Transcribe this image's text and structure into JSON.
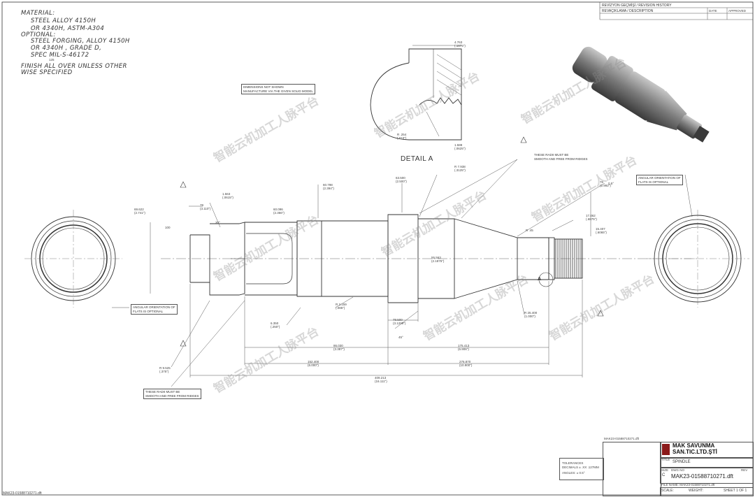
{
  "material_notes": {
    "lines": [
      "MATERIAL:",
      "STEEL ALLOY 4150H",
      "OR 4340H, ASTM-A304",
      "OPTIONAL:",
      "STEEL FORGING, ALLOY 4150H",
      "OR 4340H , GRADE D,",
      "SPEC MIL-S-46172",
      "FINISH ALL OVER UNLESS OTHER",
      "WISE SPECIFIED"
    ],
    "finish_symbol": "125"
  },
  "revision_block": {
    "title": "REVİZYON GEÇMİŞİ / REVISION HISTORY",
    "header_description": "REVAÇIKLAMA / DESCRIPTION",
    "header_date": "DATE",
    "header_approved": "APPROVED"
  },
  "notes": {
    "dimensions_not_shown": "DIMENSIONS NOT SHOWN\nMANUFACTURE VIA THE GIVEN SOLID MODEL",
    "radii_smooth_top": "THESE RADII MUST BE\nSMOOTH AND FREE FROM RIDGES",
    "radii_smooth_bottom": "THESE RADII MUST BE\nSMOOTH AND FREE FROM RIDGES",
    "flats_left": "ANGULAR ORIENTATION OF\nFLATS IS OPTIONAL",
    "flats_right": "ANGULAR ORIENTATION OF\nFLATS IS OPTIONAL"
  },
  "detail_label": "DETAIL A",
  "detail_callout": "A",
  "dimensions": {
    "d_rad_top": "4.763\n(.1875\")",
    "d_r_detail": "R .254\n(.010\")",
    "d_r_detail2": "1.588\n(.0625\")",
    "d_left_dia": "69.622\n(2.741\")",
    "d_79": "79\n(3.110\")",
    "d_face_a": "1.563\n(.0615\")",
    "d_main1": "60.096\n(2.366\")",
    "d_main2": "60.798\n(2.394\")",
    "d_shoulder": "63.500\n(2.500\")",
    "d_r_top": "R 7.938\n(.3125\")",
    "d_mid_dia": "55.563\n(2.1875\")",
    "d_right_dia": "76\n(2.992\")",
    "d_right_thread": "17.462\n(.6875\")",
    "d_right_small": "15.407\n(.6065\")",
    "d_r_bottom_right": "R 25.400\n(1.000\")",
    "d_r_left_bottom": "R 2.159\n(.085\")",
    "d_6_350": "6.350\n(.250\")",
    "d_79_500": "79.500\n(3.1299\")",
    "d_86_030": "86.030\n(3.387\")",
    "d_175": "175.413\n(6.906\")",
    "d_152": "152.400\n(6.000\")",
    "d_276": "276.870\n(10.900\")",
    "d_409": "409.213\n(16.111\")",
    "d_9_525": "R 9.525\n(.375\")",
    "d_r45": "R .45",
    "d_100": "100",
    "d_30deg": "30°",
    "d_45deg": "45°",
    "d_0_5deg": "0.5°"
  },
  "title_block": {
    "filename_top": "MAK23-01588710271.dft",
    "company_line1": "MAK SAVUNMA",
    "company_line2": "SAN.TIC.LTD.ŞTİ",
    "title_label": "TITLE",
    "title_value": "SPINDLE",
    "size_label": "SIZE",
    "size_value": "C",
    "dwg_no_label": "DWG NO",
    "dwg_no_value": "MAK23-01588710271.dft",
    "rev_label": "REV",
    "file_name_label": "FILE NAME: MAK23-01588710271.dft",
    "scale_label": "SCALE:",
    "weight_label": "WEIGHT:",
    "sheet_label": "SHEET 1 OF 1",
    "tolerances_title": "TOLERANCES",
    "tolerances_decimals": "DECIMALS ± .XX .127MM",
    "tolerances_angles": "ANGLES: ± 0.5°",
    "bottom_filename": "MAK23-01588710271.dft"
  },
  "watermark": "智能云机加工人脉平台",
  "colors": {
    "line": "#333333",
    "thin": "#555555",
    "accent": "#8b1a1a",
    "watermark": "#8c8c8c"
  }
}
